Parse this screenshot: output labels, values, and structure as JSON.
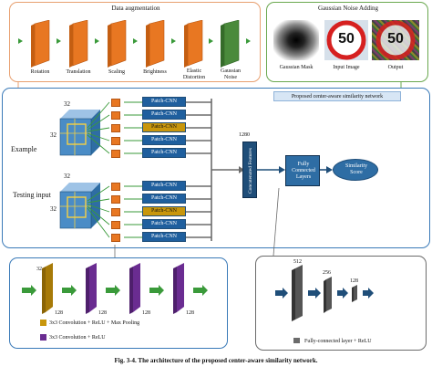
{
  "data_aug": {
    "title": "Data augmentation",
    "items": [
      "Rotation",
      "Translation",
      "Scaling",
      "Brightness",
      "Elastic Distortion",
      "Gaussian Noise"
    ]
  },
  "gauss": {
    "title": "Gaussian Noise Adding",
    "mask_label": "Gaussian Mask",
    "input_label": "Input Image",
    "output_label": "Output",
    "sign_value": "50"
  },
  "network": {
    "title": "Proposed center-aware similarity network",
    "example_label": "Example",
    "testing_label": "Testing input",
    "dim_label": "32",
    "patch_label": "Patch-CNN",
    "concat_label": "Concatenated Features",
    "concat_dim": "1280",
    "fc_label": "Fully Connected Layers",
    "score_label": "Similarity Score"
  },
  "patch_cnn_detail": {
    "dims": [
      "32",
      "128",
      "128",
      "128",
      "128"
    ],
    "legend_pool": "3x3 Convolution + ReLU + Max Pooling",
    "legend_conv": "3x3 Convolution + ReLU"
  },
  "fc_detail": {
    "dims": [
      "512",
      "256",
      "128"
    ],
    "legend": "Fully-connected layer + ReLU"
  },
  "caption": {
    "text": "Fig. 3-4. The architecture of the proposed center-aware similarity network."
  },
  "colors": {
    "orange": "#e87722",
    "green": "#4a8a3c",
    "navy": "#1f4e79",
    "gold": "#c8960c",
    "purple": "#6a2c91",
    "grey": "#6b6b6b"
  }
}
